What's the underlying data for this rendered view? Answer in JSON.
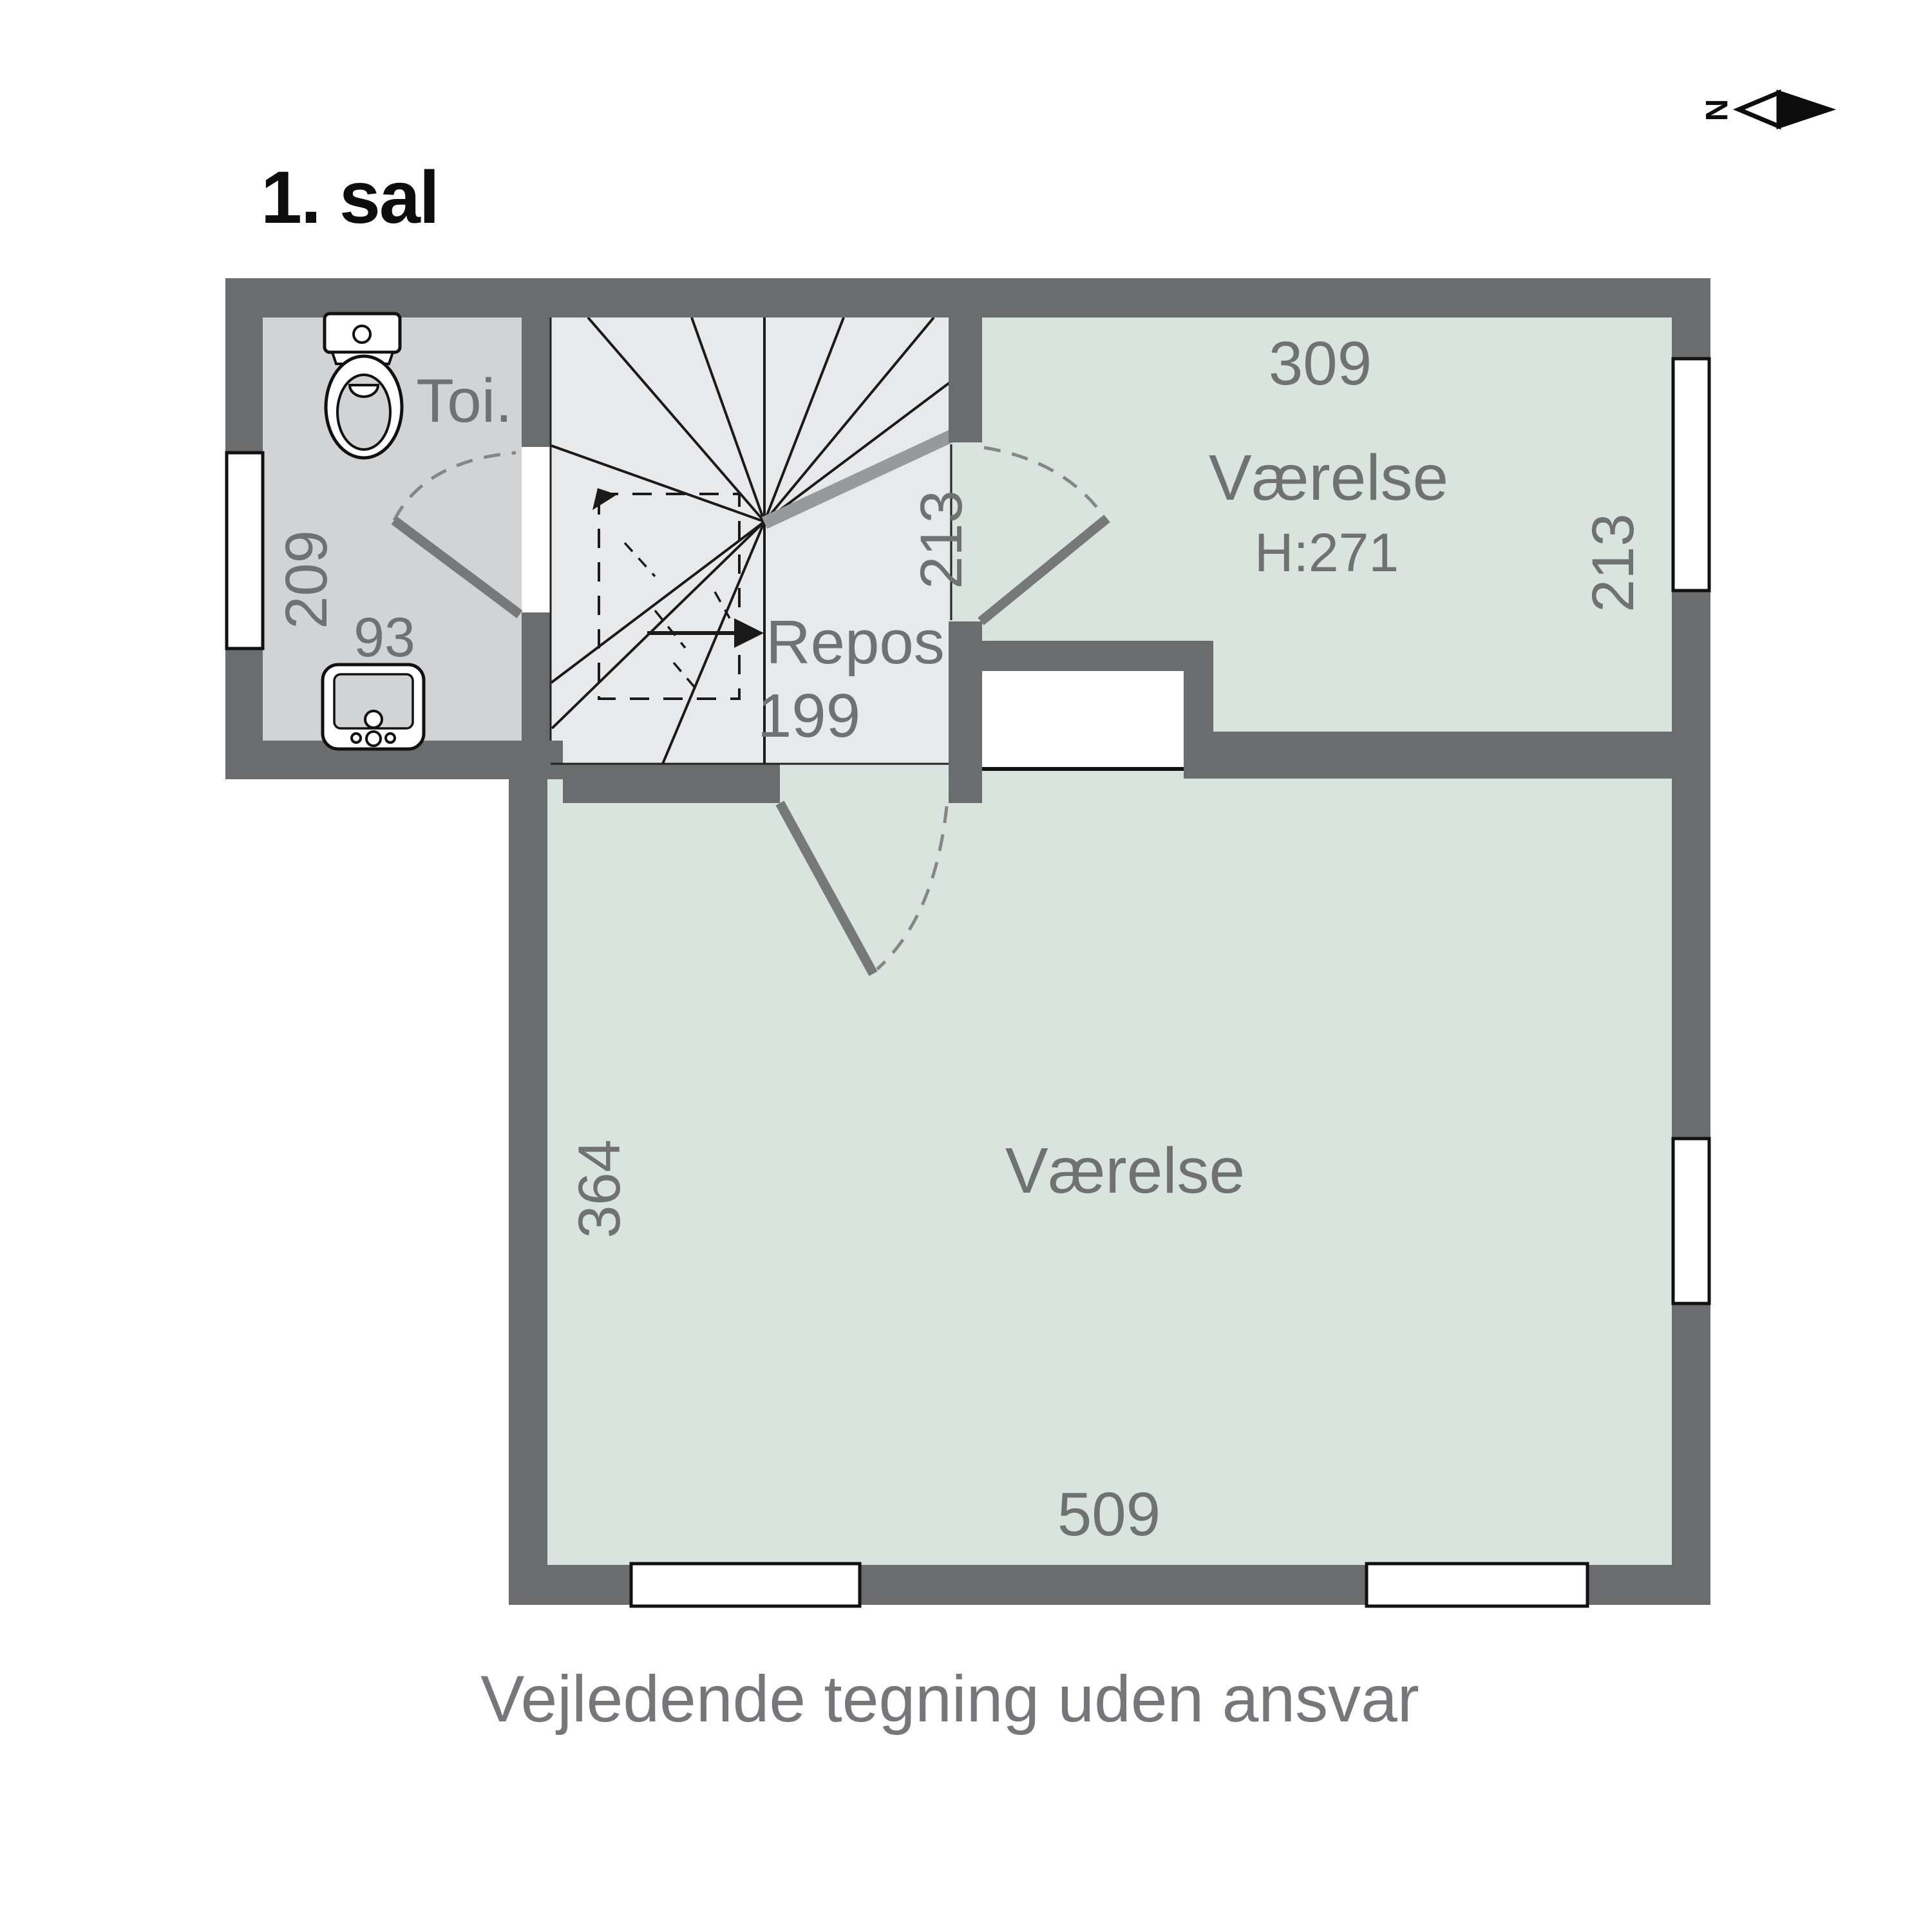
{
  "page": {
    "title": "1. sal",
    "disclaimer": "Vejledende tegning uden ansvar"
  },
  "compass": {
    "label": "N"
  },
  "rooms": {
    "toilet": {
      "name": "Toi.",
      "depth": "209",
      "width": "93"
    },
    "stairs": {
      "landing_name": "Repos",
      "landing_width": "199",
      "landing_depth": "213"
    },
    "room_ne": {
      "name": "Værelse",
      "ceiling_height": "H:271",
      "width": "309",
      "depth": "213"
    },
    "room_s": {
      "name": "Værelse",
      "width": "509",
      "depth": "364"
    }
  },
  "colors": {
    "wall": "#6b6c6e",
    "floor_toilet": "#d2d3d5",
    "floor_stairs": "#e8e9eb",
    "floor_room": "#d9e4de",
    "label_gray": "#6f7173",
    "ink": "#0d0d0d"
  }
}
